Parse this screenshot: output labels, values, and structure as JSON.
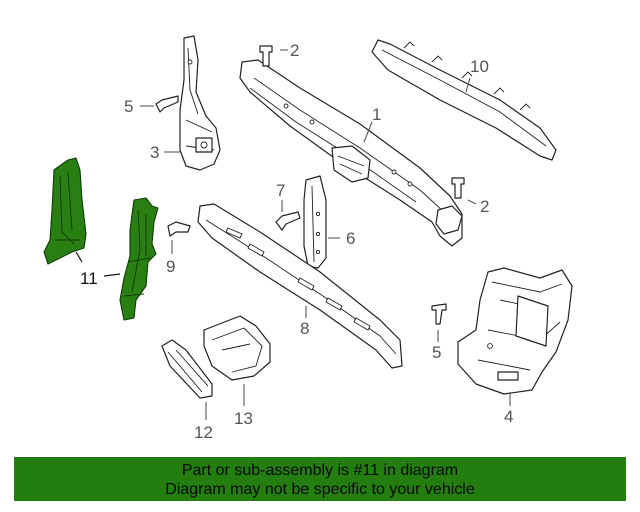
{
  "callouts": {
    "c1": "1",
    "c2a": "2",
    "c2b": "2",
    "c3": "3",
    "c4": "4",
    "c5a": "5",
    "c5b": "5",
    "c6": "6",
    "c7": "7",
    "c8": "8",
    "c9": "9",
    "c10": "10",
    "c11": "11",
    "c12": "12",
    "c13": "13"
  },
  "highlight_color": "#237d0f",
  "banner": {
    "line1": "Part or sub-assembly is #11 in diagram",
    "line2": "Diagram may not be specific to your vehicle"
  }
}
